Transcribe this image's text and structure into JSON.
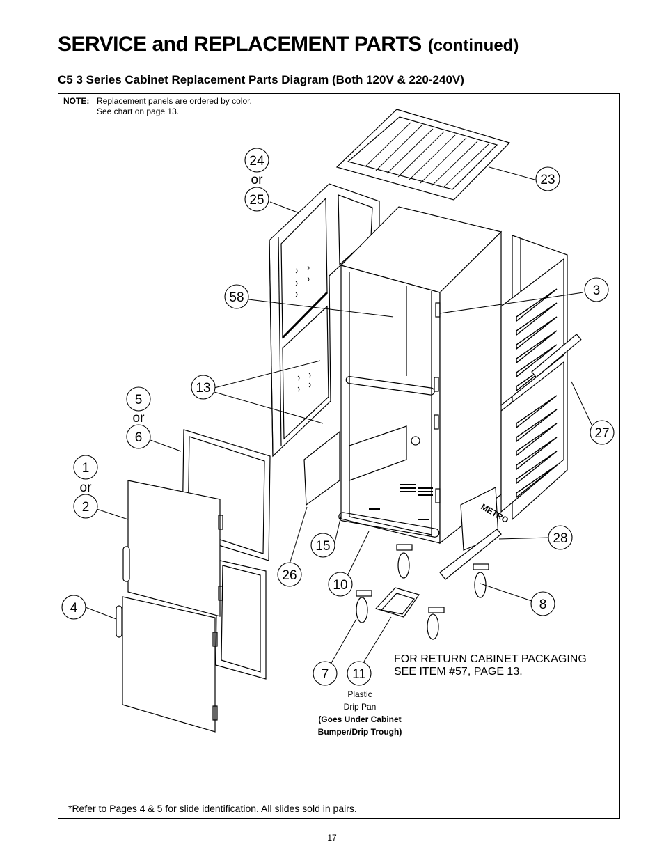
{
  "heading": {
    "main": "SERVICE and REPLACEMENT PARTS",
    "continued": "(continued)"
  },
  "subheading": "C5 3 Series Cabinet Replacement Parts Diagram (Both 120V & 220-240V)",
  "note": {
    "label": "NOTE:",
    "line1": "Replacement panels are ordered by color.",
    "line2": "See chart on page 13."
  },
  "callouts": {
    "c24": "24",
    "or_24_25": "or",
    "c25": "25",
    "c23": "23",
    "c58": "58",
    "c3": "3",
    "c13": "13",
    "c5": "5",
    "or_5_6": "or",
    "c6": "6",
    "c27": "27",
    "c1": "1",
    "or_1_2": "or",
    "c2": "2",
    "c15": "15",
    "c28": "28",
    "c26": "26",
    "c10": "10",
    "c4": "4",
    "c8": "8",
    "c7": "7",
    "c11": "11"
  },
  "logo_text": "METRO",
  "return_note": {
    "line1": "FOR RETURN CABINET PACKAGING",
    "line2": "SEE ITEM #57, PAGE 13."
  },
  "drip_pan": {
    "line1": "Plastic",
    "line2": "Drip Pan",
    "line3": "(Goes Under Cabinet",
    "line4": "Bumper/Drip Trough)"
  },
  "footnote": "*Refer to Pages 4 & 5 for slide identification. All slides sold in pairs.",
  "page_number": "17"
}
